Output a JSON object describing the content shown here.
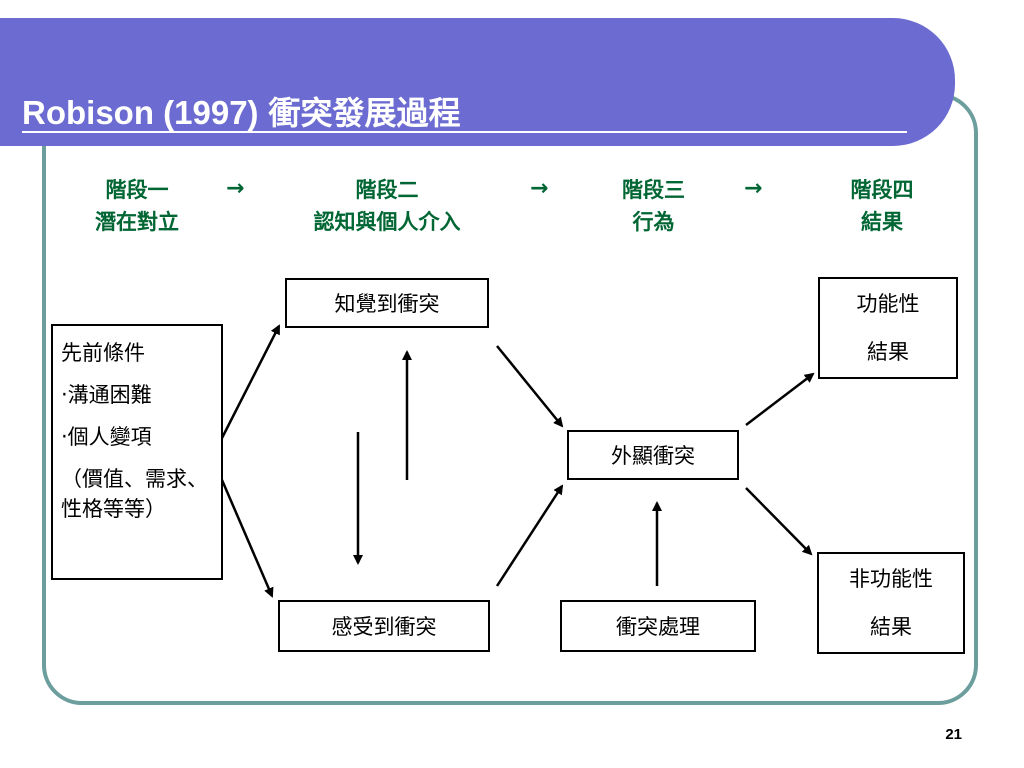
{
  "title": {
    "latin": "Robison (1997)",
    "cjk": "衝突發展過程"
  },
  "stages": [
    {
      "name": "階段一",
      "desc": "潛在對立"
    },
    {
      "name": "階段二",
      "desc": "認知與個人介入"
    },
    {
      "name": "階段三",
      "desc": "行為"
    },
    {
      "name": "階段四",
      "desc": "結果"
    }
  ],
  "stage_arrow": "→",
  "nodes": {
    "preconditions": {
      "title": "先前條件",
      "item1": "‧溝通困難",
      "item2": "‧個人變項",
      "item3": "（價值、需求、性格等等）"
    },
    "perceived": "知覺到衝突",
    "felt": "感受到衝突",
    "manifest": "外顯衝突",
    "handling": "衝突處理",
    "functional": {
      "line1": "功能性",
      "line2": "結果"
    },
    "dysfunctional": {
      "line1": "非功能性",
      "line2": "結果"
    }
  },
  "page_number": "21"
}
